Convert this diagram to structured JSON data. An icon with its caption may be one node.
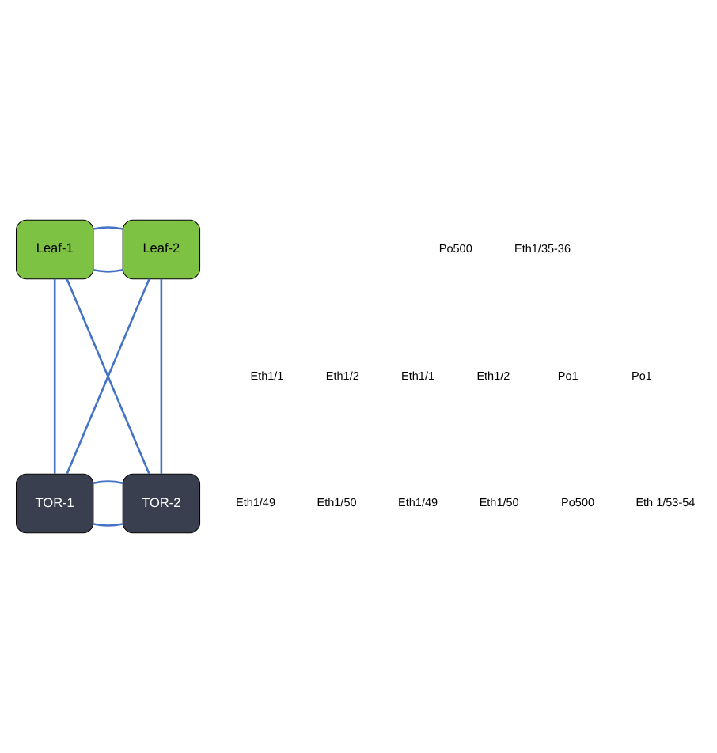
{
  "diagram": {
    "nodes": [
      {
        "text": [
          "Leaf-1"
        ]
      },
      {
        "text": [
          "Leaf-2"
        ]
      },
      {
        "text": [
          "TOR-1"
        ]
      },
      {
        "text": [
          "TOR-2"
        ]
      }
    ],
    "edges": [
      {
        "from": 0,
        "to": 1,
        "arrow": "none"
      },
      {
        "from": 0,
        "to": 1,
        "arrow": "none"
      },
      {
        "from": 0,
        "to": 2,
        "arrow": "none"
      },
      {
        "from": 0,
        "to": 3,
        "arrow": "none"
      },
      {
        "from": 1,
        "to": 2,
        "arrow": "none"
      },
      {
        "from": 1,
        "to": 3,
        "arrow": "none"
      },
      {
        "from": 2,
        "to": 3,
        "arrow": "none"
      },
      {
        "from": 2,
        "to": 3,
        "arrow": "none"
      }
    ],
    "labels": [
      "Po500",
      "Eth1/35-36",
      "Eth1/1",
      "Eth1/2",
      "Eth1/1",
      "Eth1/2",
      "Po1",
      "Po1",
      "Eth1/49",
      "Eth1/50",
      "Eth1/49",
      "Eth1/50",
      "Po500",
      "Eth 1/53-54"
    ]
  }
}
